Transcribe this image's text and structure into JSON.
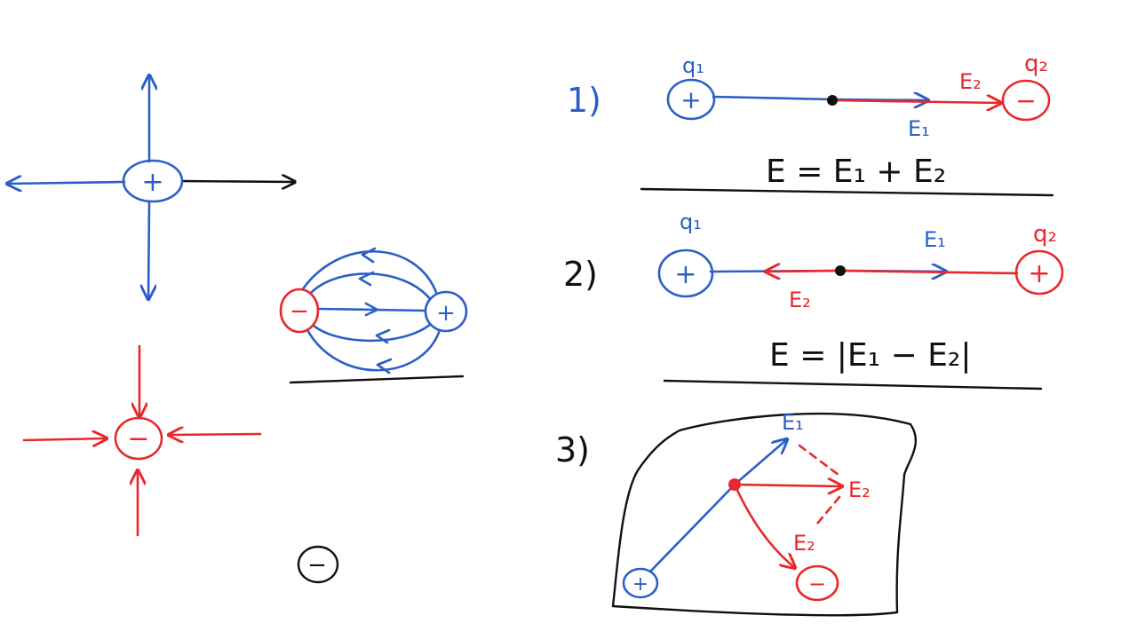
{
  "colors": {
    "positive": "#2b5fc7",
    "negative": "#e8282b",
    "ink": "#111111"
  },
  "charges": {
    "plus": "+",
    "minus": "−"
  },
  "cases": [
    {
      "number": "1)",
      "q1": "q₁",
      "q2": "q₂",
      "e1": "E₁",
      "e2": "E₂",
      "formula": "E = E₁ + E₂"
    },
    {
      "number": "2)",
      "q1": "q₁",
      "q2": "q₂",
      "e1": "E₁",
      "e2": "E₂",
      "formula": "E = |E₁ − E₂|"
    },
    {
      "number": "3)",
      "e1": "E₁",
      "e2": "E₂",
      "e_total": "E₂"
    }
  ]
}
